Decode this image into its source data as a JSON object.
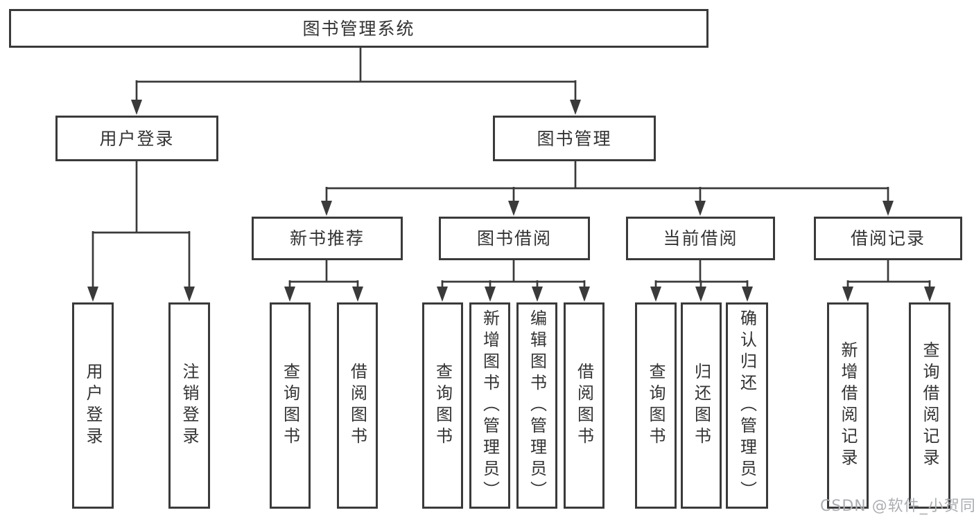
{
  "watermark": "CSDN @软件_小贺同学",
  "colors": {
    "line": "#3a3a3a",
    "box_border": "#3a3a3a",
    "text": "#333333",
    "background": "#ffffff",
    "watermark": "#abaeb1"
  },
  "tree": {
    "label": "图书管理系统",
    "children": [
      {
        "label": "用户登录",
        "children": [
          {
            "label": "用户登录"
          },
          {
            "label": "注销登录"
          }
        ]
      },
      {
        "label": "图书管理",
        "children": [
          {
            "label": "新书推荐",
            "children": [
              {
                "label": "查询图书"
              },
              {
                "label": "借阅图书"
              }
            ]
          },
          {
            "label": "图书借阅",
            "children": [
              {
                "label": "查询图书"
              },
              {
                "label": "新增图书（管理员）"
              },
              {
                "label": "编辑图书（管理员）"
              },
              {
                "label": "借阅图书"
              }
            ]
          },
          {
            "label": "当前借阅",
            "children": [
              {
                "label": "查询图书"
              },
              {
                "label": "归还图书"
              },
              {
                "label": "确认归还（管理员）"
              }
            ]
          },
          {
            "label": "借阅记录",
            "children": [
              {
                "label": "新增借阅记录"
              },
              {
                "label": "查询借阅记录"
              }
            ]
          }
        ]
      }
    ]
  }
}
